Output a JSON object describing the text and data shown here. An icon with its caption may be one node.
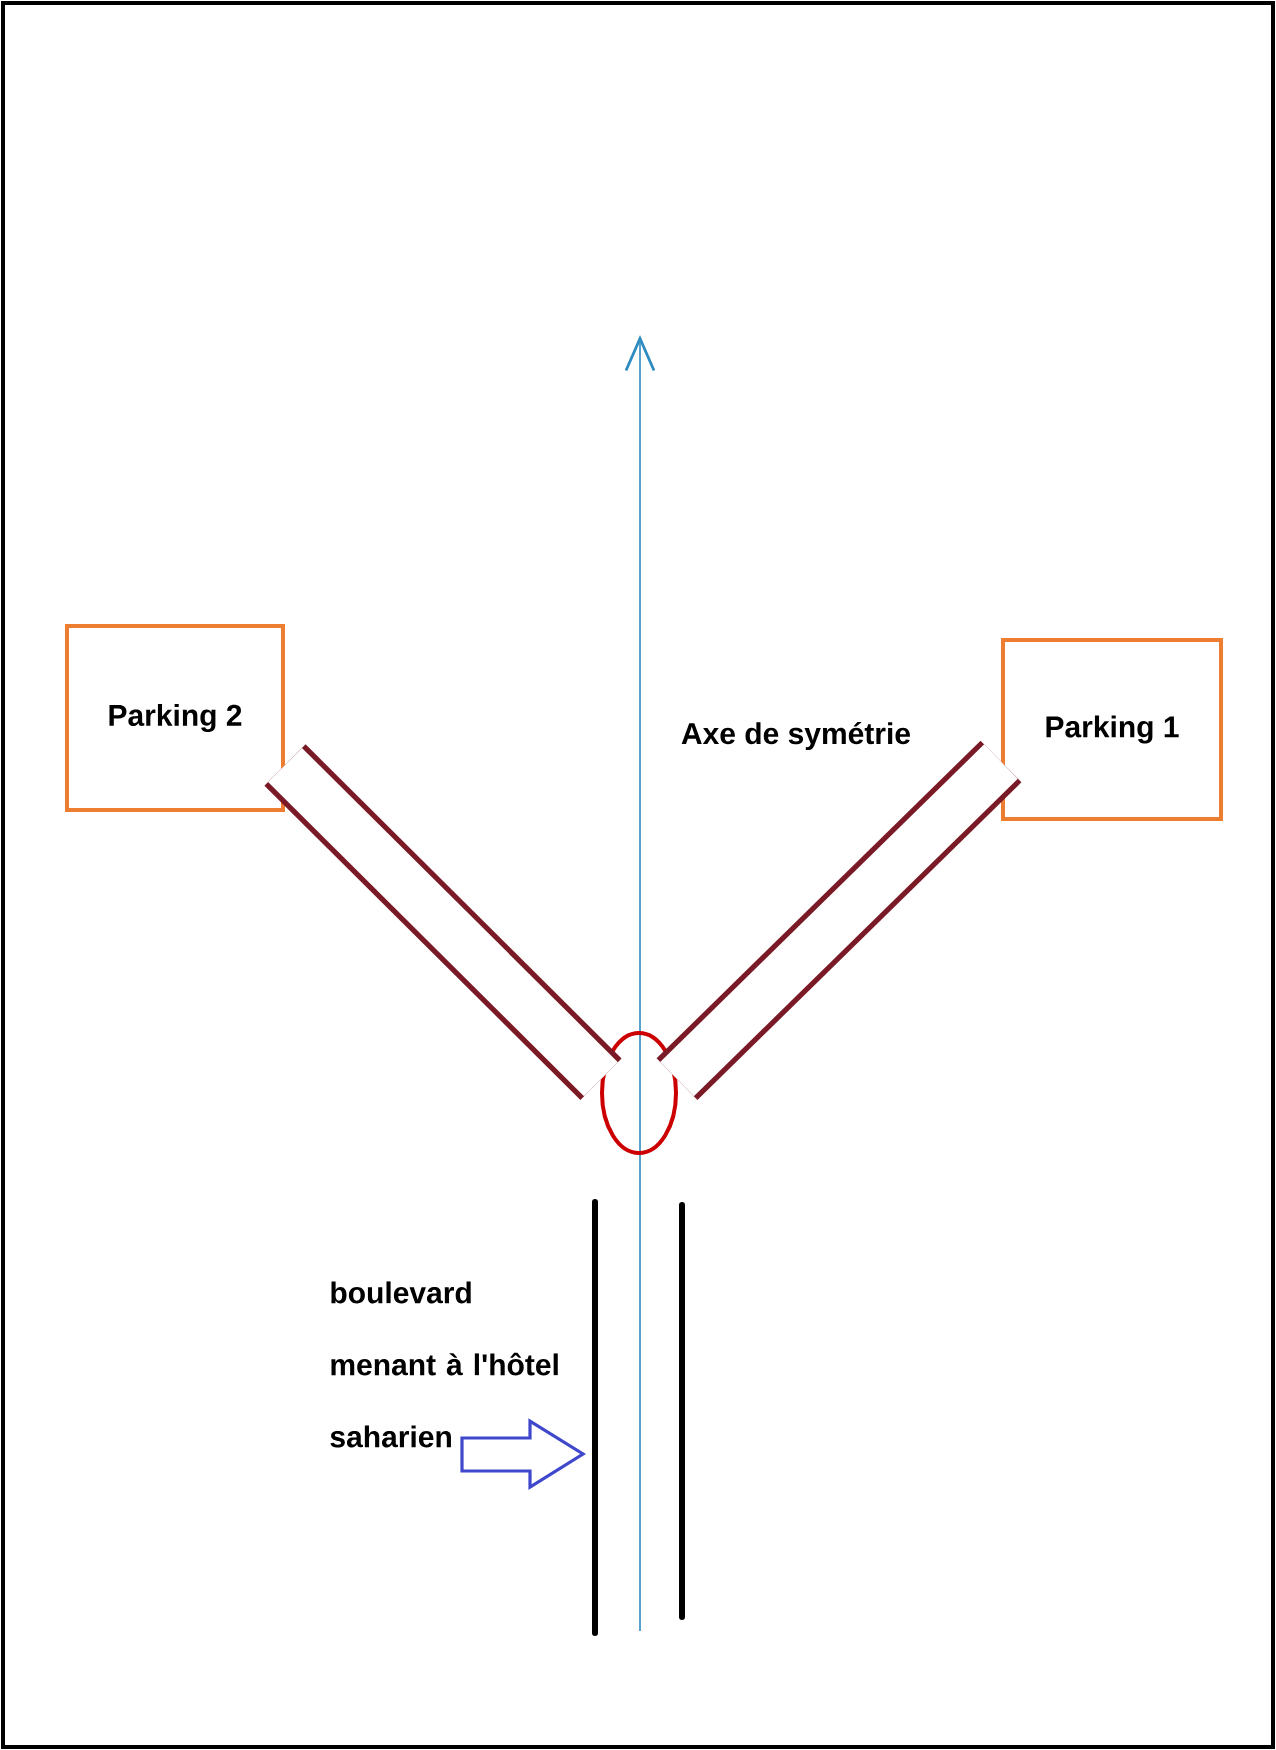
{
  "diagram": {
    "nodes": [
      {
        "text": [
          "Parking 2"
        ]
      },
      {
        "text": [
          "Parking 1"
        ]
      },
      {
        "text": [],
        "shape": "circle"
      },
      {
        "text": [
          "boulevard menant à l'hôtel saharien"
        ]
      }
    ],
    "edges": [
      {
        "from": 2,
        "to": 0,
        "arrow": "none"
      },
      {
        "from": 2,
        "to": 1,
        "arrow": "none"
      },
      {
        "from": 3,
        "to": null,
        "arrow": "to",
        "color": "#3f48cc"
      }
    ],
    "labels": [
      "Axe de symétrie"
    ]
  }
}
